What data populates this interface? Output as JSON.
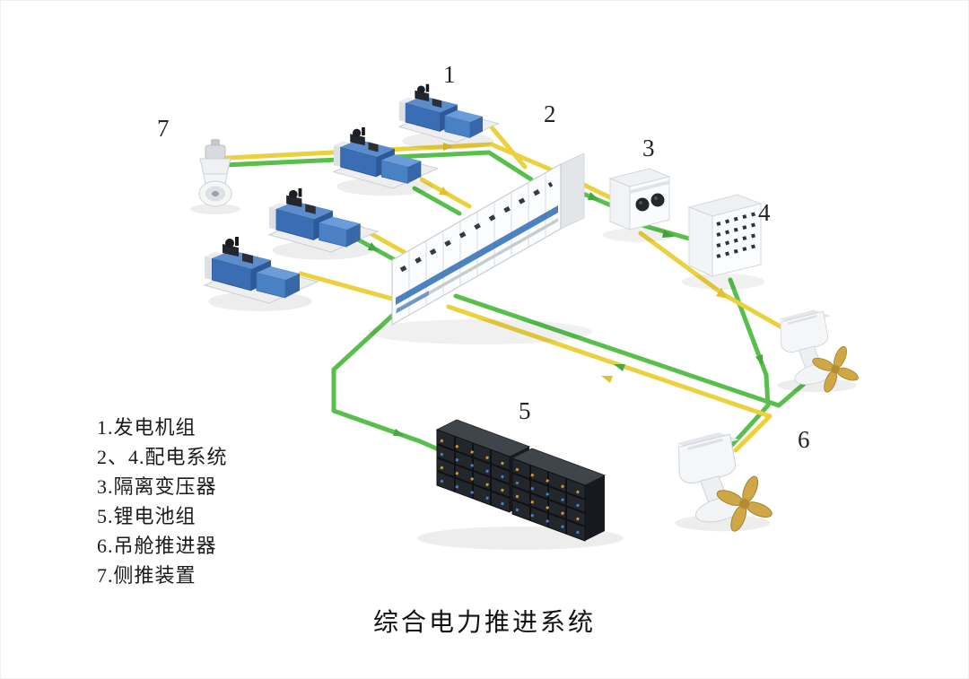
{
  "title": "综合电力推进系统",
  "callouts": {
    "c1": "1",
    "c2": "2",
    "c3": "3",
    "c4": "4",
    "c5": "5",
    "c6": "6",
    "c7": "7"
  },
  "legend": {
    "items": [
      "1.发电机组",
      "2、4.配电系统",
      "3.隔离变压器",
      "5.锂电池组",
      "6.吊舱推进器",
      "7.侧推装置"
    ]
  },
  "colors": {
    "cable_green": "#58bf4c",
    "cable_yellow": "#ecd13f",
    "generator_blue": "#3a6db3",
    "alternator_blue": "#4a80c4",
    "battery_dark": "#23262b",
    "propeller_gold": "#cfa746",
    "cabinet_white": "#fbfcfd"
  }
}
